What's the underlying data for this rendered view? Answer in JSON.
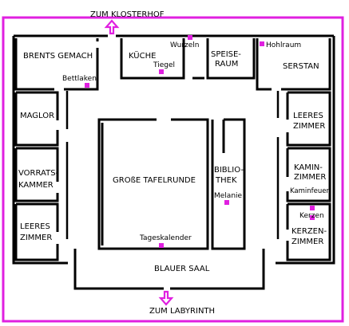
{
  "colors": {
    "frame": "#e020e0",
    "marker": "#e020e0",
    "walls": "#000000"
  },
  "exits": {
    "north": "ZUM KLOSTERHOF",
    "south": "ZUM LABYRINTH"
  },
  "rooms": {
    "brents_gemach": "BRENTS GEMACH",
    "kueche": "KÜCHE",
    "speiseraum_1": "SPEISE-",
    "speiseraum_2": "RAUM",
    "serstan": "SERSTAN",
    "maglor": "MAGLOR",
    "vorratskammer_1": "VORRATS-",
    "vorratskammer_2": "KAMMER",
    "leeres_zimmer_w_1": "LEERES",
    "leeres_zimmer_w_2": "ZIMMER",
    "grosse_tafelrunde": "GROßE TAFELRUNDE",
    "bibliothek_1": "BIBLIO-",
    "bibliothek_2": "THEK",
    "leeres_zimmer_e_1": "LEERES",
    "leeres_zimmer_e_2": "ZIMMER",
    "kaminzimmer_1": "KAMIN-",
    "kaminzimmer_2": "ZIMMER",
    "kerzenzimmer_1": "KERZEN-",
    "kerzenzimmer_2": "ZIMMER",
    "blauer_saal": "BLAUER SAAL"
  },
  "items": {
    "wurzeln": "Wurzeln",
    "hohlraum": "Hohlraum",
    "tiegel": "Tiegel",
    "bettlaken": "Bettlaken",
    "melanie": "Melanie",
    "kaminfeuer": "Kaminfeuer",
    "kerzen": "Kerzen",
    "tageskalender": "Tageskalender"
  }
}
